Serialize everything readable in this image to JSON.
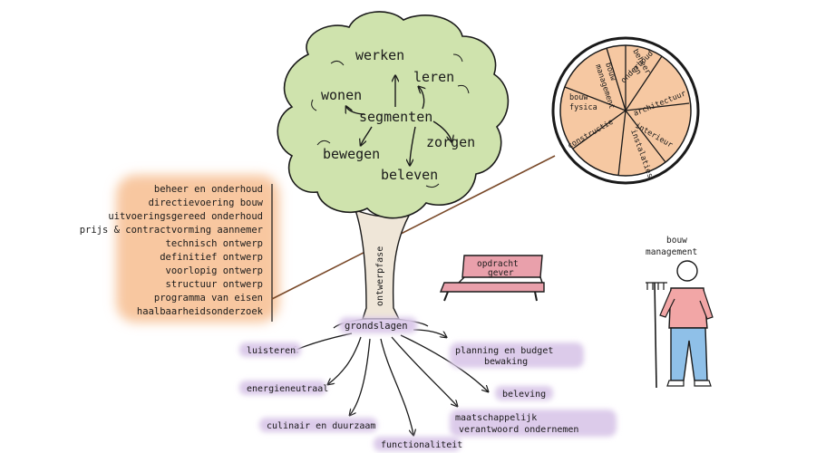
{
  "colors": {
    "canopy": "#cfe3ad",
    "trunk": "#efe6d8",
    "orange_glow": "#f8c7a0",
    "pie_fill": "#f6c8a2",
    "purple_glow": "#dccbea",
    "bench": "#e9a0ab",
    "shirt": "#f2a6a6",
    "pants": "#8fc0e8",
    "line": "#1a1a1a",
    "connector": "#7a4a2a"
  },
  "tree": {
    "center_label": "segmenten",
    "segments": [
      "werken",
      "leren",
      "wonen",
      "zorgen",
      "bewegen",
      "beleven"
    ],
    "trunk_label": "ontwerpfase"
  },
  "phases": [
    "beheer en onderhoud",
    "directievoering bouw",
    "uitvoeringsgereed onderhoud",
    "prijs & contractvorming aannemer",
    "technisch ontwerp",
    "definitief ontwerp",
    "voorlopig ontwerp",
    "structuur ontwerp",
    "programma van eisen",
    "haalbaarheidsonderzoek"
  ],
  "trunk_slice": {
    "sectors": [
      "bouw management",
      "beheer en onderhoud",
      "architectuur",
      "interieur",
      "instalaties",
      "constructie",
      "bouw fysica"
    ]
  },
  "roots": {
    "center_label": "grondslagen",
    "items": [
      "luisteren",
      "energieneutraal",
      "culinair en duurzaam",
      "functionaliteit",
      "maatschappelijk verantwoord ondernemen",
      "beleving",
      "planning en budget bewaking"
    ]
  },
  "bench": {
    "label_line1": "opdracht",
    "label_line2": "gever"
  },
  "person": {
    "label_line1": "bouw",
    "label_line2": "management"
  }
}
